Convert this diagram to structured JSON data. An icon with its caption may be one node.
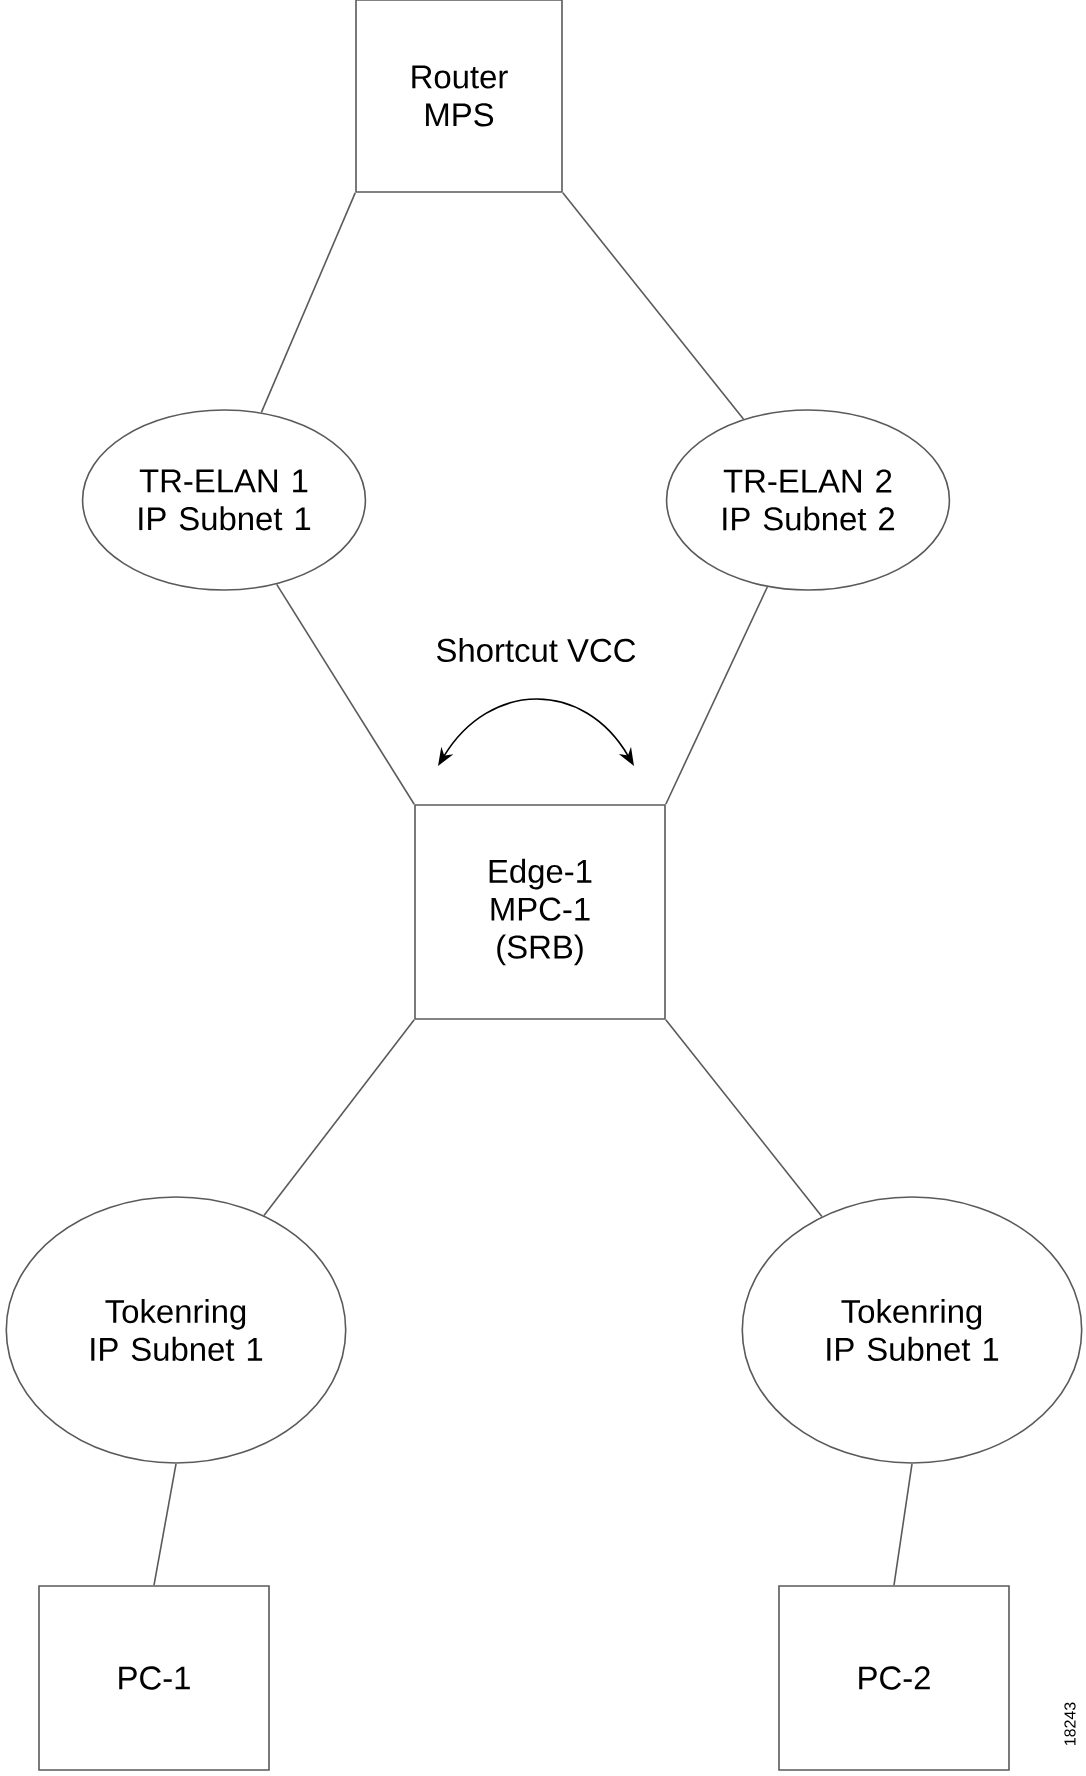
{
  "diagram": {
    "nodes": [
      {
        "text": [
          "Router MPS"
        ]
      },
      {
        "text": [
          "TR-ELAN 1 IP Subnet 1"
        ]
      },
      {
        "text": [
          "TR-ELAN 2 IP Subnet 2"
        ]
      },
      {
        "text": [
          "Edge-1 MPC-1 (SRB)"
        ]
      },
      {
        "text": [
          "Tokenring IP Subnet 1"
        ]
      },
      {
        "text": [
          "Tokenring IP Subnet 1"
        ]
      },
      {
        "text": [
          "PC-1"
        ]
      },
      {
        "text": [
          "PC-2"
        ]
      }
    ],
    "edges": [
      {
        "from": 0,
        "to": 1,
        "arrow": "none"
      },
      {
        "from": 0,
        "to": 2,
        "arrow": "none"
      },
      {
        "from": 1,
        "to": 3,
        "arrow": "none"
      },
      {
        "from": 2,
        "to": 3,
        "arrow": "none"
      },
      {
        "from": 3,
        "to": 4,
        "arrow": "none"
      },
      {
        "from": 3,
        "to": 5,
        "arrow": "none"
      },
      {
        "from": 4,
        "to": 6,
        "arrow": "none"
      },
      {
        "from": 5,
        "to": 7,
        "arrow": "none"
      }
    ],
    "labels": [
      "Shortcut VCC",
      "18243"
    ]
  }
}
